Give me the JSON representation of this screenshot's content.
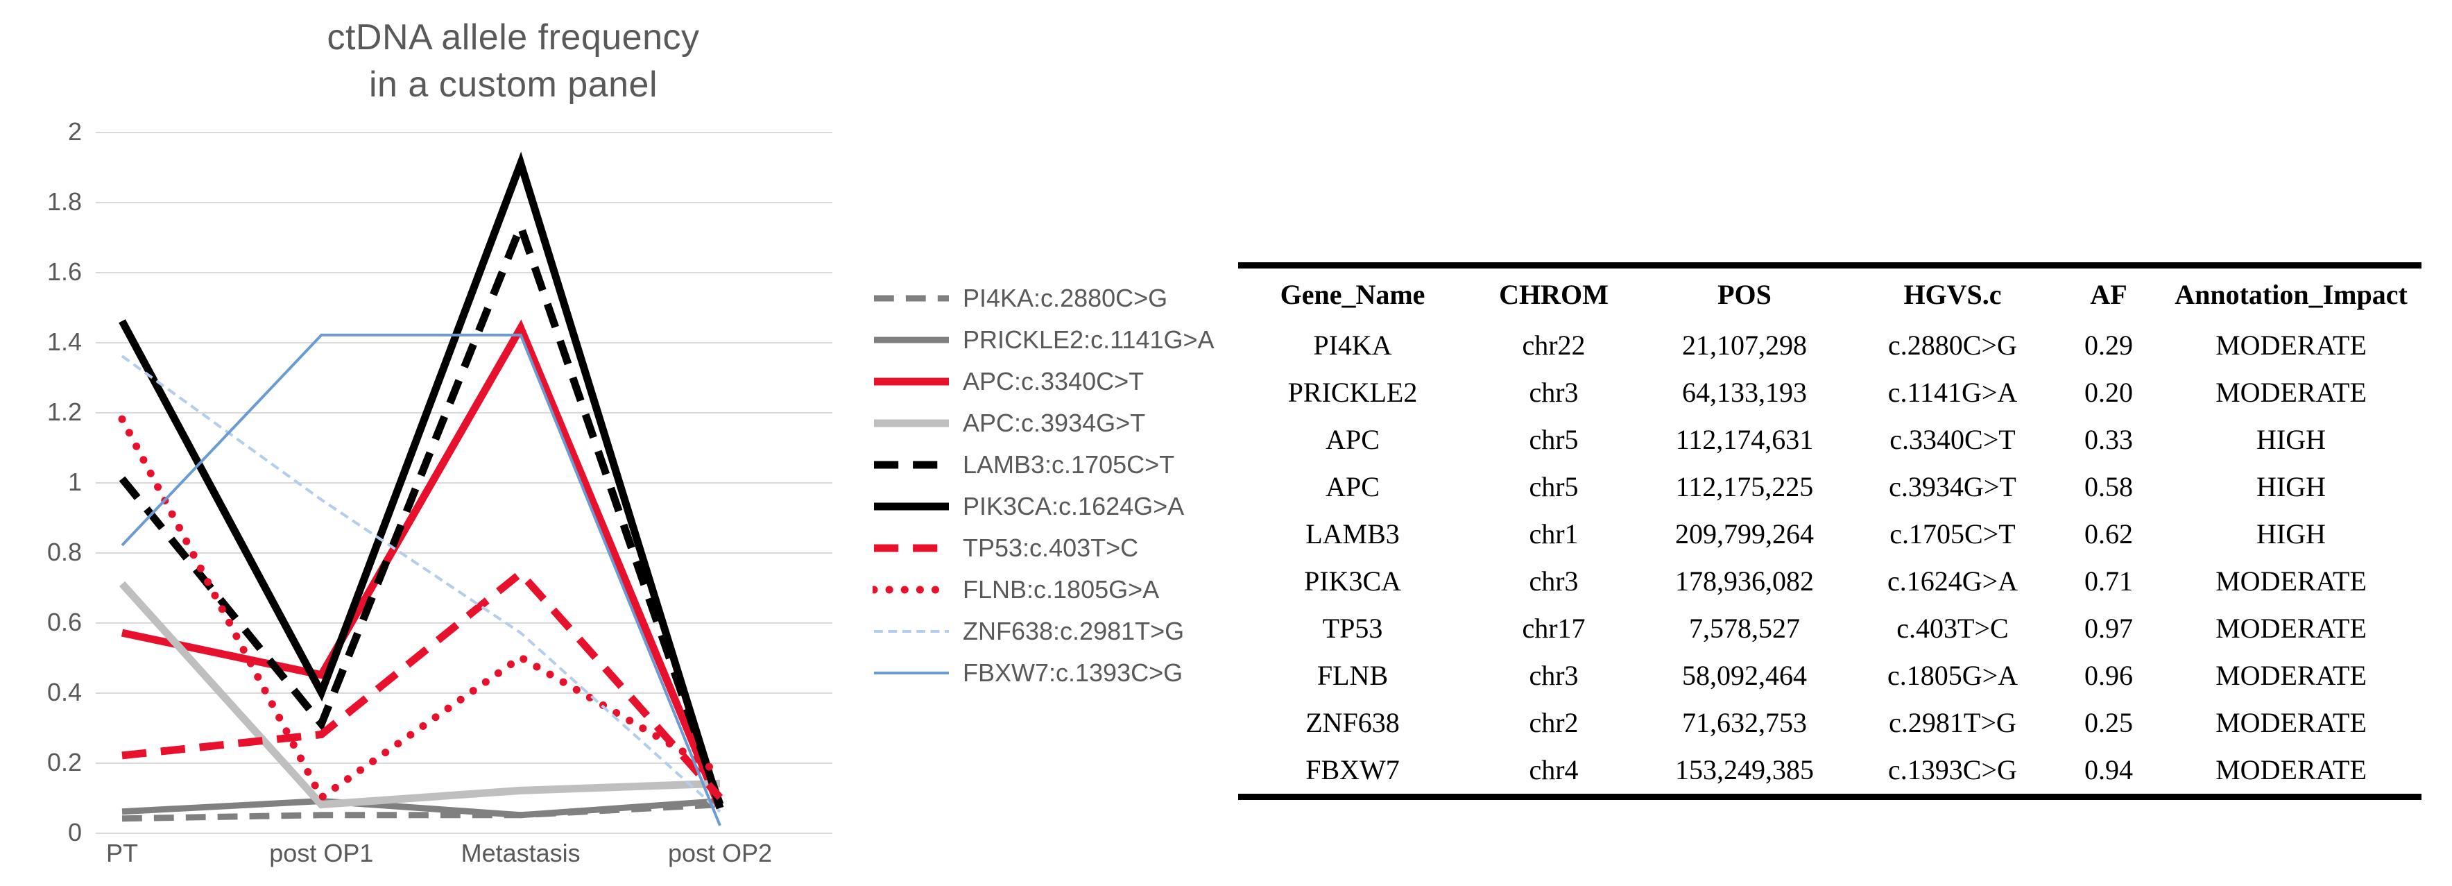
{
  "chart_data": {
    "type": "line",
    "title": "ctDNA allele frequency in a custom panel",
    "title_lines": [
      "ctDNA allele frequency",
      "in a custom panel"
    ],
    "xlabel": "",
    "ylabel": "",
    "categories": [
      "PT",
      "post OP1",
      "Metastasis",
      "post OP2"
    ],
    "ylim": [
      0,
      2
    ],
    "yticks": [
      "0",
      "0.2",
      "0.4",
      "0.6",
      "0.8",
      "1",
      "1.2",
      "1.4",
      "1.6",
      "1.8",
      "2"
    ],
    "grid": true,
    "legend_position": "right",
    "series": [
      {
        "name": "PI4KA:c.2880C>G",
        "values": [
          0.04,
          0.05,
          0.05,
          0.08
        ],
        "color": "#808080",
        "style": "dashed",
        "width": 9
      },
      {
        "name": "PRICKLE2:c.1141G>A",
        "values": [
          0.06,
          0.09,
          0.05,
          0.09
        ],
        "color": "#808080",
        "style": "solid",
        "width": 9
      },
      {
        "name": "APC:c.3340C>T",
        "values": [
          0.57,
          0.45,
          1.44,
          0.07
        ],
        "color": "#E8112D",
        "style": "solid",
        "width": 11
      },
      {
        "name": "APC:c.3934G>T",
        "values": [
          0.71,
          0.08,
          0.12,
          0.14
        ],
        "color": "#BFBFBF",
        "style": "solid",
        "width": 11
      },
      {
        "name": "LAMB3:c.1705C>T",
        "values": [
          1.01,
          0.31,
          1.73,
          0.08
        ],
        "color": "#000000",
        "style": "dashed",
        "width": 11
      },
      {
        "name": "PIK3CA:c.1624G>A",
        "values": [
          1.46,
          0.4,
          1.91,
          0.07
        ],
        "color": "#000000",
        "style": "solid",
        "width": 11
      },
      {
        "name": "TP53:c.403T>C",
        "values": [
          0.22,
          0.28,
          0.74,
          0.1
        ],
        "color": "#E8112D",
        "style": "dashed",
        "width": 11
      },
      {
        "name": "FLNB:c.1805G>A",
        "values": [
          1.18,
          0.1,
          0.5,
          0.17
        ],
        "color": "#E8112D",
        "style": "dotted",
        "width": 11
      },
      {
        "name": "ZNF638:c.2981T>G",
        "values": [
          1.36,
          0.95,
          0.57,
          0.06
        ],
        "color": "#B4CDEC",
        "style": "dashed",
        "width": 4
      },
      {
        "name": "FBXW7:c.1393C>G",
        "values": [
          0.82,
          1.42,
          1.42,
          0.02
        ],
        "color": "#6C9BD2",
        "style": "solid",
        "width": 4
      }
    ]
  },
  "table": {
    "columns": [
      "Gene_Name",
      "CHROM",
      "POS",
      "HGVS.c",
      "AF",
      "Annotation_Impact"
    ],
    "rows": [
      [
        "PI4KA",
        "chr22",
        "21,107,298",
        "c.2880C>G",
        "0.29",
        "MODERATE"
      ],
      [
        "PRICKLE2",
        "chr3",
        "64,133,193",
        "c.1141G>A",
        "0.20",
        "MODERATE"
      ],
      [
        "APC",
        "chr5",
        "112,174,631",
        "c.3340C>T",
        "0.33",
        "HIGH"
      ],
      [
        "APC",
        "chr5",
        "112,175,225",
        "c.3934G>T",
        "0.58",
        "HIGH"
      ],
      [
        "LAMB3",
        "chr1",
        "209,799,264",
        "c.1705C>T",
        "0.62",
        "HIGH"
      ],
      [
        "PIK3CA",
        "chr3",
        "178,936,082",
        "c.1624G>A",
        "0.71",
        "MODERATE"
      ],
      [
        "TP53",
        "chr17",
        "7,578,527",
        "c.403T>C",
        "0.97",
        "MODERATE"
      ],
      [
        "FLNB",
        "chr3",
        "58,092,464",
        "c.1805G>A",
        "0.96",
        "MODERATE"
      ],
      [
        "ZNF638",
        "chr2",
        "71,632,753",
        "c.2981T>G",
        "0.25",
        "MODERATE"
      ],
      [
        "FBXW7",
        "chr4",
        "153,249,385",
        "c.1393C>G",
        "0.94",
        "MODERATE"
      ]
    ]
  },
  "colors": {
    "text_gray": "#595959",
    "gridline": "#d9d9d9",
    "red": "#E8112D",
    "black": "#000000",
    "gray": "#808080",
    "light_gray": "#BFBFBF",
    "blue": "#6C9BD2",
    "light_blue": "#B4CDEC"
  }
}
